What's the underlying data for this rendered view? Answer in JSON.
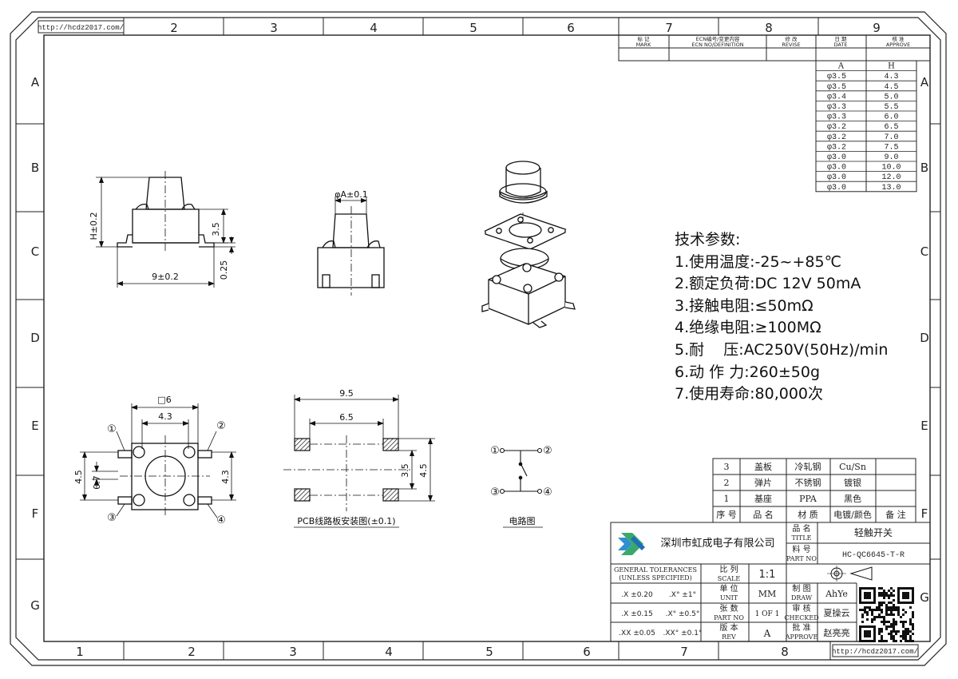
{
  "url_top": "http://hcdz2017.com/",
  "url_bottom": "http://hcdz2017.com/",
  "cols": [
    "2",
    "3",
    "4",
    "5",
    "6",
    "7",
    "8",
    "9"
  ],
  "cols_bottom": [
    "1",
    "2",
    "3",
    "4",
    "5",
    "6",
    "7",
    "8"
  ],
  "rows": [
    "A",
    "B",
    "C",
    "D",
    "E",
    "F",
    "G"
  ],
  "revision_header": {
    "mark": "标 记",
    "mark_en": "MARK",
    "ecn": "ECN编号/变更内容",
    "ecn_en": "ECN NO/DEFINITION",
    "revise": "修 改",
    "revise_en": "REVISE",
    "date": "日 期",
    "date_en": "DATE",
    "approve": "核 准",
    "approve_en": "APPROVE"
  },
  "size_table": {
    "headers": [
      "A",
      "H"
    ],
    "rows": [
      [
        "φ3.5",
        "4.3"
      ],
      [
        "φ3.5",
        "4.5"
      ],
      [
        "φ3.4",
        "5.0"
      ],
      [
        "φ3.3",
        "5.5"
      ],
      [
        "φ3.3",
        "6.0"
      ],
      [
        "φ3.2",
        "6.5"
      ],
      [
        "φ3.2",
        "7.0"
      ],
      [
        "φ3.2",
        "7.5"
      ],
      [
        "φ3.0",
        "9.0"
      ],
      [
        "φ3.0",
        "10.0"
      ],
      [
        "φ3.0",
        "12.0"
      ],
      [
        "φ3.0",
        "13.0"
      ]
    ]
  },
  "tech_params": {
    "title": "技术参数:",
    "items": [
      "1.使用温度:-25~+85℃",
      "2.额定负荷:DC 12V 50mA",
      "3.接触电阻:≤50mΩ",
      "4.绝缘电阻:≥100MΩ",
      "5.耐    压:AC250V(50Hz)/min",
      "6.动 作 力:260±50g",
      "7.使用寿命:80,000次"
    ]
  },
  "dims": {
    "h": "H±0.2",
    "h35": "3.5",
    "w9": "9±0.2",
    "t025": "0.25",
    "phiA": "φA±0.1",
    "sq6": "□6",
    "d43top": "4.3",
    "d45": "4.5",
    "d07": "0.7",
    "d43side": "4.3",
    "pin1": "①",
    "pin2": "②",
    "pin3": "③",
    "pin4": "④",
    "pcb95": "9.5",
    "pcb65": "6.5",
    "pcb35": "3.5",
    "pcb45": "4.5"
  },
  "captions": {
    "pcb": "PCB线路板安装图(±0.1)",
    "circuit": "电路图"
  },
  "bom": {
    "rows": [
      [
        "3",
        "盖板",
        "冷轧钢",
        "Cu/Sn",
        ""
      ],
      [
        "2",
        "弹片",
        "不锈钢",
        "镀银",
        ""
      ],
      [
        "1",
        "基座",
        "PPA",
        "黑色",
        ""
      ]
    ],
    "header": [
      "序 号",
      "品 名",
      "材 质",
      "电镀/颜色",
      "备 注"
    ]
  },
  "title_block": {
    "company": "深圳市虹成电子有限公司",
    "name_cn": "品 名",
    "name_en": "TITLE",
    "name_val": "轻触开关",
    "part_cn": "料 号",
    "part_en": "PART NO",
    "part_val": "HC-QC6645-T-R",
    "tol1": "GENERAL TOLERANCES",
    "tol2": "(UNLESS SPECIFIED)",
    "tol_rows": [
      [
        ".X  ±0.20",
        ".X°  ±1°"
      ],
      [
        ".X   ±0.15",
        ".X°  ±0.5°"
      ],
      [
        ".XX  ±0.05",
        ".XX°  ±0.1°"
      ]
    ],
    "scale_cn": "比 列",
    "scale_en": "SCALE",
    "scale_val": "1:1",
    "unit_cn": "单 位",
    "unit_en": "UNIT",
    "unit_val": "MM",
    "sheet_cn": "张 数",
    "sheet_en": "PART NO",
    "sheet_val": "1 OF 1",
    "rev_cn": "版 本",
    "rev_en": "REV",
    "rev_val": "A",
    "draw_cn": "制 图",
    "draw_en": "DRAW",
    "draw_val": "AhYe",
    "check_cn": "审 核",
    "check_en": "CHECKED",
    "check_val": "夏操云",
    "appr_cn": "批 准",
    "appr_en": "APPROVE",
    "appr_val": "赵亮亮"
  }
}
